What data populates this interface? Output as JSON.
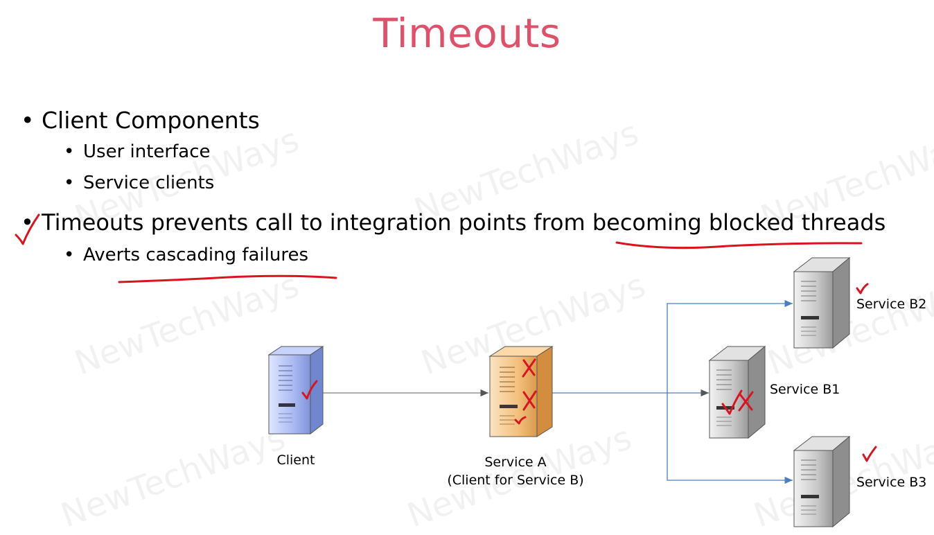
{
  "title": "Timeouts",
  "bullets": [
    {
      "level": 1,
      "text": "Client Components"
    },
    {
      "level": 2,
      "text": "User interface"
    },
    {
      "level": 2,
      "text": "Service clients"
    },
    {
      "level": 1,
      "text": "Timeouts prevents call to integration points from becoming blocked threads"
    },
    {
      "level": 2,
      "text": "Averts cascading failures"
    }
  ],
  "diagram": {
    "nodes": {
      "client": {
        "label": "Client"
      },
      "service_a": {
        "label": "Service A",
        "sublabel": "(Client for Service B)"
      },
      "service_b1": {
        "label": "Service B1"
      },
      "service_b2": {
        "label": "Service B2"
      },
      "service_b3": {
        "label": "Service B3"
      }
    }
  },
  "watermark": "NewTechWays",
  "colors": {
    "title": "#e0506a",
    "annotation": "#d9141e",
    "arrow_client": "#7f7f7f",
    "arrow_fanout": "#4a7fc1",
    "server_client": "#a9b9f2",
    "server_service_a": "#f3c07c",
    "server_b": "#c8c8c8"
  }
}
